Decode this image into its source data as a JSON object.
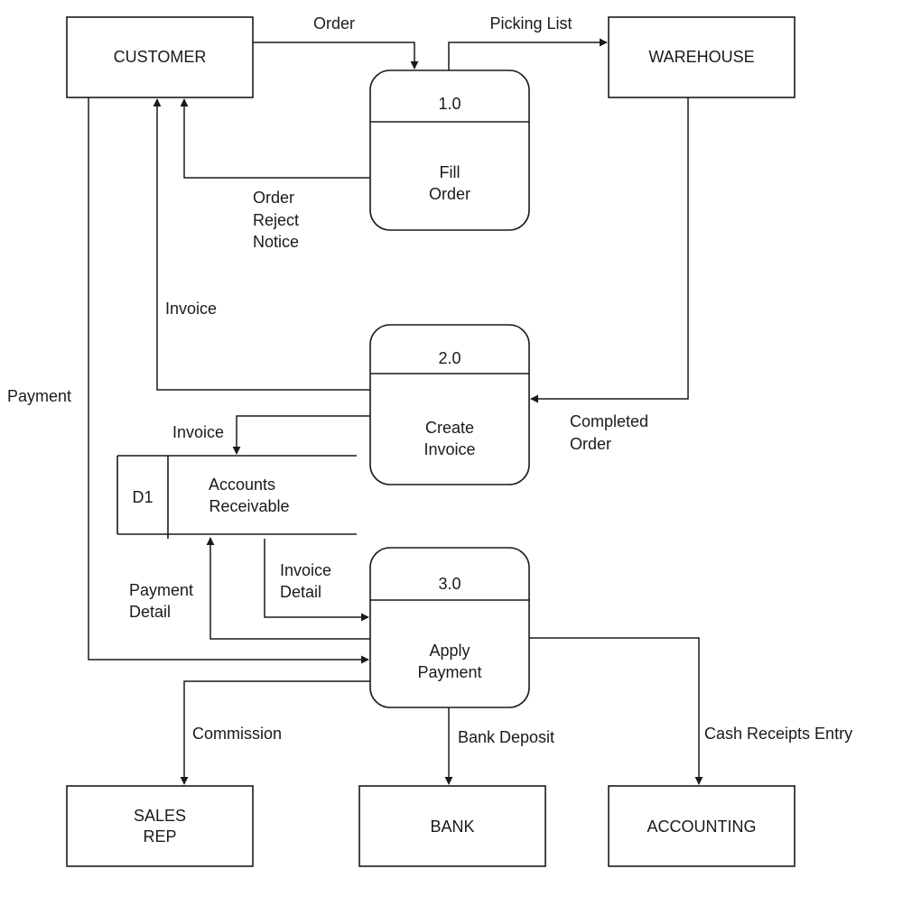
{
  "entities": {
    "customer": "CUSTOMER",
    "warehouse": "WAREHOUSE",
    "sales_rep": [
      "SALES",
      "REP"
    ],
    "bank": "BANK",
    "accounting": "ACCOUNTING"
  },
  "processes": [
    {
      "number": "1.0",
      "name": [
        "Fill",
        "Order"
      ]
    },
    {
      "number": "2.0",
      "name": [
        "Create",
        "Invoice"
      ]
    },
    {
      "number": "3.0",
      "name": [
        "Apply",
        "Payment"
      ]
    }
  ],
  "data_store": {
    "id": "D1",
    "name": [
      "Accounts",
      "Receivable"
    ]
  },
  "flows": {
    "order": "Order",
    "picking_list": "Picking List",
    "order_reject_notice": [
      "Order",
      "Reject",
      "Notice"
    ],
    "invoice_to_customer": "Invoice",
    "payment": "Payment",
    "completed_order": [
      "Completed",
      "Order"
    ],
    "invoice_to_store": "Invoice",
    "invoice_detail": [
      "Invoice",
      "Detail"
    ],
    "payment_detail": [
      "Payment",
      "Detail"
    ],
    "commission": "Commission",
    "bank_deposit": "Bank Deposit",
    "cash_receipts_entry": "Cash Receipts Entry"
  }
}
